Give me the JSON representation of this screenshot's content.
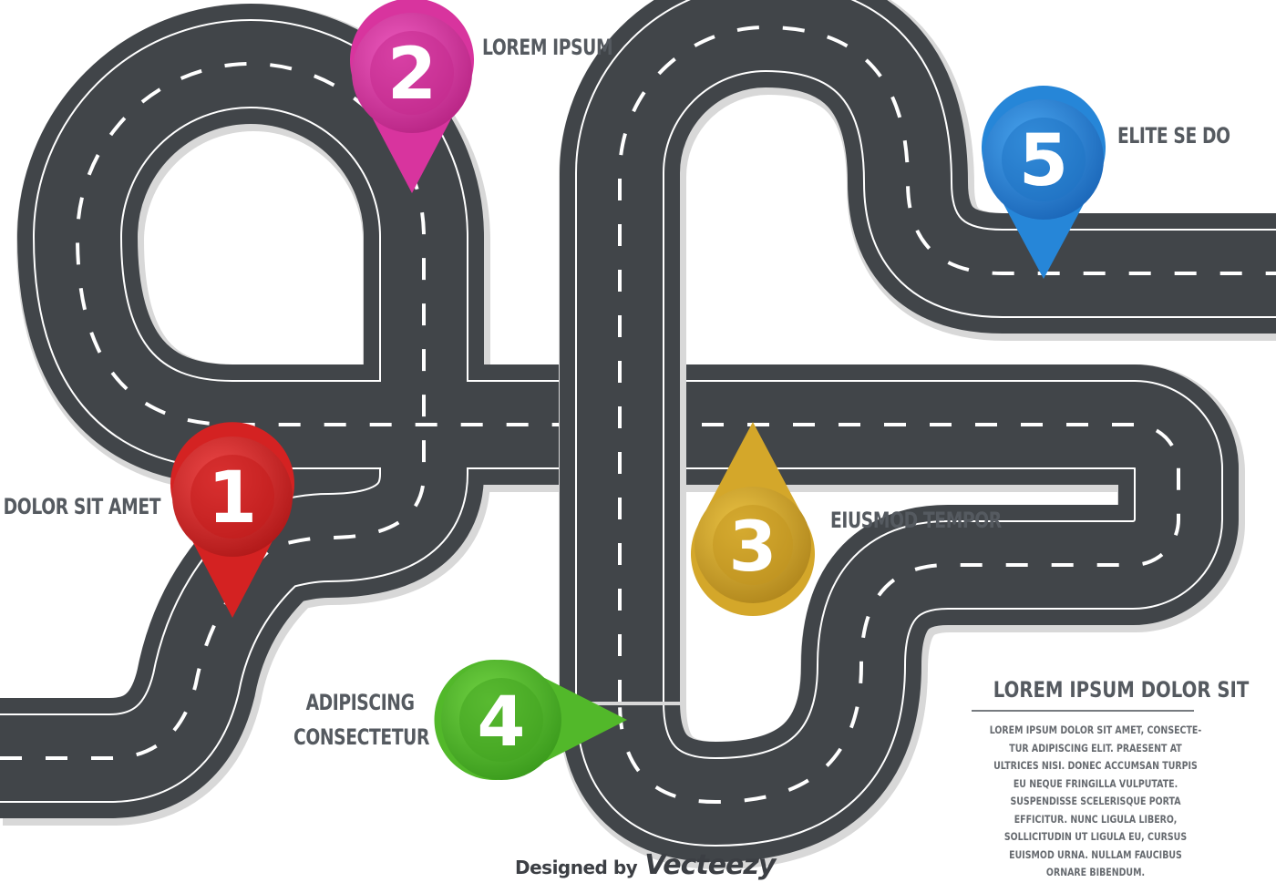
{
  "milestones": [
    {
      "number": "1",
      "label": "DOLOR SIT AMET",
      "color": "#d42222"
    },
    {
      "number": "2",
      "label": "LOREM IPSUM",
      "color": "#d8349e"
    },
    {
      "number": "3",
      "label": "EIUSMOD TEMPOR",
      "color": "#d4a72a"
    },
    {
      "number": "4",
      "label_line1": "ADIPISCING",
      "label_line2": "CONSECTETUR",
      "color": "#52b82a"
    },
    {
      "number": "5",
      "label": "ELITE SE DO",
      "color": "#2686d8"
    }
  ],
  "info": {
    "title": "LOREM IPSUM DOLOR SIT",
    "body": "LOREM IPSUM DOLOR SIT AMET, CONSECTE-TUR ADIPISCING ELIT. PRAESENT AT ULTRICES NISI. DONEC ACCUMSAN TURPIS EU NEQUE FRINGILLA VULPUTATE. SUSPENDISSE SCELERISQUE PORTA EFFICITUR. NUNC LIGULA LIBERO, SOLLICITUDIN UT LIGULA EU, CURSUS EUISMOD URNA. NULLAM FAUCIBUS ORNARE BIBENDUM."
  },
  "credit": {
    "prefix": "Designed by",
    "brand": "Vecteezy"
  },
  "colors": {
    "road": "#414549",
    "edge_line": "#ffffff",
    "shadow": "#d6d6d6"
  }
}
